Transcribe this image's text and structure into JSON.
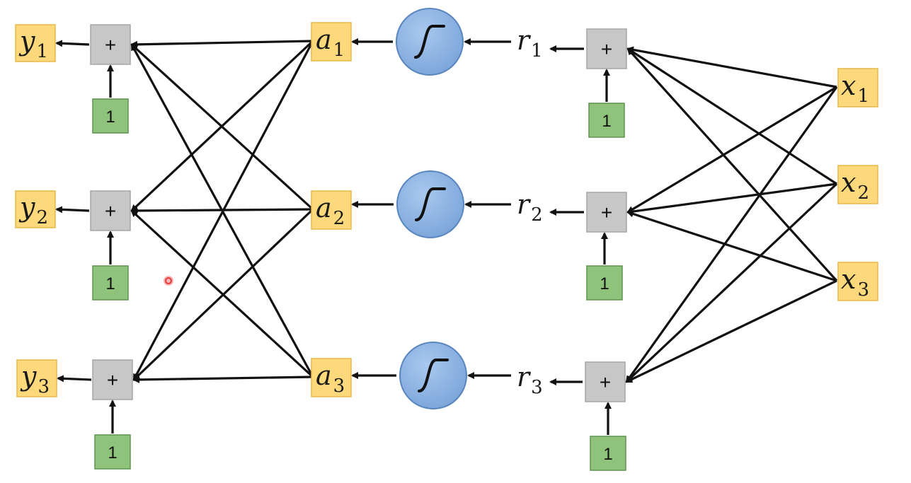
{
  "outputs": [
    {
      "letter": "y",
      "sub": "1"
    },
    {
      "letter": "y",
      "sub": "2"
    },
    {
      "letter": "y",
      "sub": "3"
    }
  ],
  "activations": [
    {
      "letter": "a",
      "sub": "1"
    },
    {
      "letter": "a",
      "sub": "2"
    },
    {
      "letter": "a",
      "sub": "3"
    }
  ],
  "pre_activations": [
    {
      "letter": "r",
      "sub": "1"
    },
    {
      "letter": "r",
      "sub": "2"
    },
    {
      "letter": "r",
      "sub": "3"
    }
  ],
  "inputs": [
    {
      "letter": "x",
      "sub": "1"
    },
    {
      "letter": "x",
      "sub": "2"
    },
    {
      "letter": "x",
      "sub": "3"
    }
  ],
  "sum_label": "+",
  "bias_label": "1",
  "colors": {
    "io_fill": "#fdd97c",
    "io_stroke": "#e8b84a",
    "sum_fill": "#c7c7c7",
    "sum_stroke": "#a6a6a6",
    "bias_fill": "#8fc27a",
    "bias_stroke": "#5e9450",
    "sigmoid_fill": "#8db3e2",
    "sigmoid_stroke": "#5a86bf",
    "arrow": "#111111",
    "cursor": "#e53935"
  }
}
